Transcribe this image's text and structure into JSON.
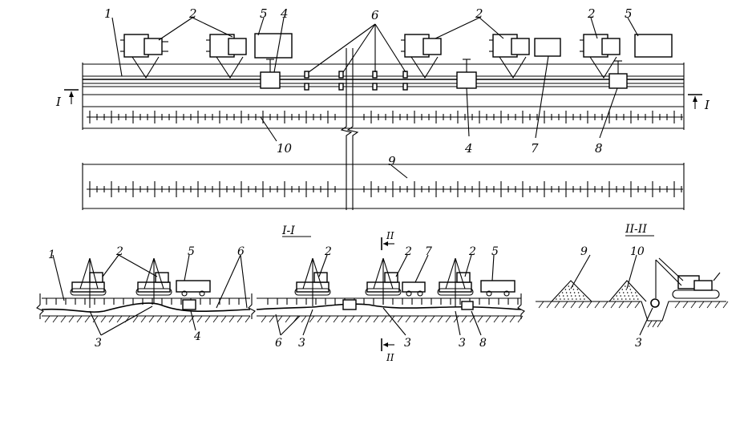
{
  "diagram": {
    "labels_plan": {
      "l1": "1",
      "l2a": "2",
      "l5a": "5",
      "l4a": "4",
      "l6a": "6",
      "l2b": "2",
      "l2c": "2",
      "l5b": "5",
      "l10": "10",
      "l4b": "4",
      "l7": "7",
      "l8": "8",
      "l9": "9"
    },
    "section_marks": {
      "left": "I",
      "right": "I"
    },
    "section_titles": {
      "s1": "I-I",
      "s2": "II-II"
    },
    "section2_marks": {
      "top": "II",
      "bottom": "II"
    },
    "labels_section1": {
      "l1": "1",
      "l2a": "2",
      "l5a": "5",
      "l6a": "6",
      "l3a": "3",
      "l4": "4",
      "l2b": "2",
      "l2c": "2",
      "l7": "7",
      "l2d": "2",
      "l5b": "5",
      "l6b": "6",
      "l3b": "3",
      "l3c": "3",
      "l3d": "3",
      "l8": "8"
    },
    "labels_section2": {
      "l9": "9",
      "l10": "10",
      "l3": "3"
    },
    "colors": {
      "ink": "#000000",
      "paper": "#ffffff"
    }
  }
}
